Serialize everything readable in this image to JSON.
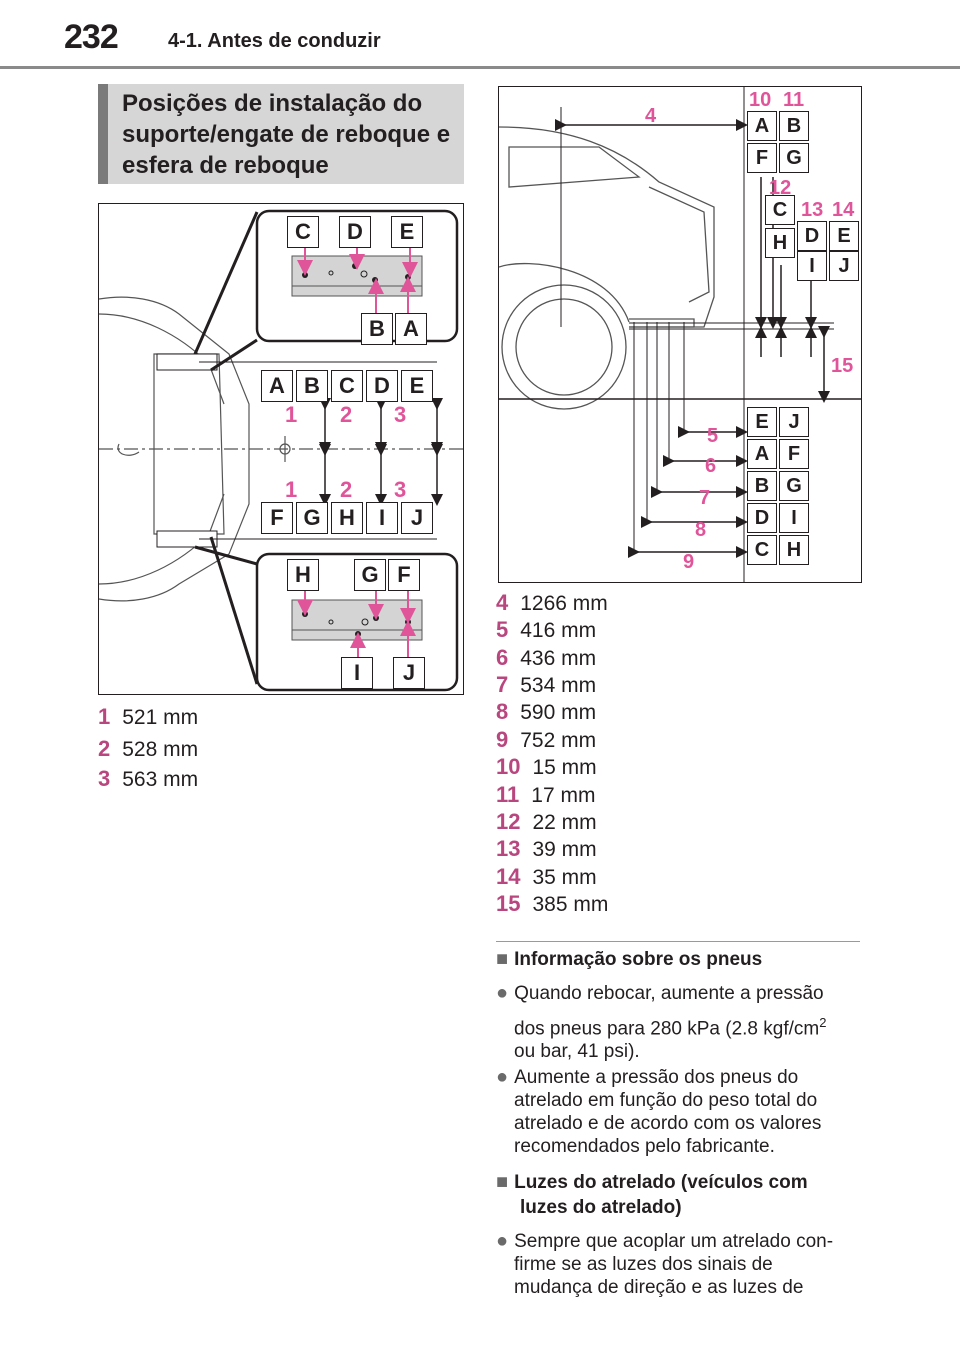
{
  "header": {
    "page_number": "232",
    "section": "4-1. Antes de conduzir"
  },
  "title": [
    "Posições de instalação do",
    "suporte/engate de reboque e",
    "esfera de reboque"
  ],
  "left_figure": {
    "top_inset_letters": [
      "C",
      "D",
      "E"
    ],
    "top_inset_bottom": [
      "B",
      "A"
    ],
    "row_top": [
      "A",
      "B",
      "C",
      "D",
      "E"
    ],
    "nums_top": [
      "1",
      "2",
      "3"
    ],
    "nums_bottom": [
      "1",
      "2",
      "3"
    ],
    "row_bottom": [
      "F",
      "G",
      "H",
      "I",
      "J"
    ],
    "bottom_inset_letters": [
      "H",
      "G",
      "F"
    ],
    "bottom_inset_bottom": [
      "I",
      "J"
    ]
  },
  "right_figure": {
    "n4": "4",
    "n10": "10",
    "n11": "11",
    "n12": "12",
    "n13": "13",
    "n14": "14",
    "n15": "15",
    "box_ab": [
      "A",
      "B"
    ],
    "box_fg": [
      "F",
      "G"
    ],
    "box_c": "C",
    "box_h": "H",
    "box_de": [
      "D",
      "E"
    ],
    "box_ij": [
      "I",
      "J"
    ],
    "stack": [
      [
        "E",
        "J"
      ],
      [
        "A",
        "F"
      ],
      [
        "B",
        "G"
      ],
      [
        "D",
        "I"
      ],
      [
        "C",
        "H"
      ]
    ],
    "stack_nums": [
      "5",
      "6",
      "7",
      "8",
      "9"
    ]
  },
  "specs_left": [
    {
      "n": "1",
      "v": "521 mm"
    },
    {
      "n": "2",
      "v": "528 mm"
    },
    {
      "n": "3",
      "v": "563 mm"
    }
  ],
  "specs_right": [
    {
      "n": "4",
      "v": "1266 mm"
    },
    {
      "n": "5",
      "v": "416 mm"
    },
    {
      "n": "6",
      "v": "436 mm"
    },
    {
      "n": "7",
      "v": "534 mm"
    },
    {
      "n": "8",
      "v": "590 mm"
    },
    {
      "n": "9",
      "v": "752 mm"
    },
    {
      "n": "10",
      "v": "15 mm"
    },
    {
      "n": "11",
      "v": "17 mm"
    },
    {
      "n": "12",
      "v": "22 mm"
    },
    {
      "n": "13",
      "v": "39 mm"
    },
    {
      "n": "14",
      "v": "35 mm"
    },
    {
      "n": "15",
      "v": "385 mm"
    }
  ],
  "tire": {
    "marker": "■",
    "bullet": "●",
    "heading": "Informação sobre os pneus",
    "p1_a": "Quando rebocar, aumente a pressão",
    "p1_b": "dos pneus para 280 kPa (2.8 kgf/cm",
    "p1_sup": "2",
    "p1_c": "ou bar, 41 psi).",
    "p2": [
      "Aumente a pressão dos pneus do",
      "atrelado em função do peso total do",
      "atrelado e de acordo com os valores",
      "recomendados pelo fabricante."
    ]
  },
  "lights": {
    "heading": [
      "Luzes do atrelado (veículos com",
      "luzes do atrelado)"
    ],
    "p1": [
      "Sempre que acoplar um atrelado con-",
      "firme se as luzes dos sinais de",
      "mudança de direção e as luzes de"
    ]
  },
  "colors": {
    "accent_pink": "#b9477f",
    "title_bg": "#d6d6d6",
    "title_bar": "#7a7a7a"
  }
}
